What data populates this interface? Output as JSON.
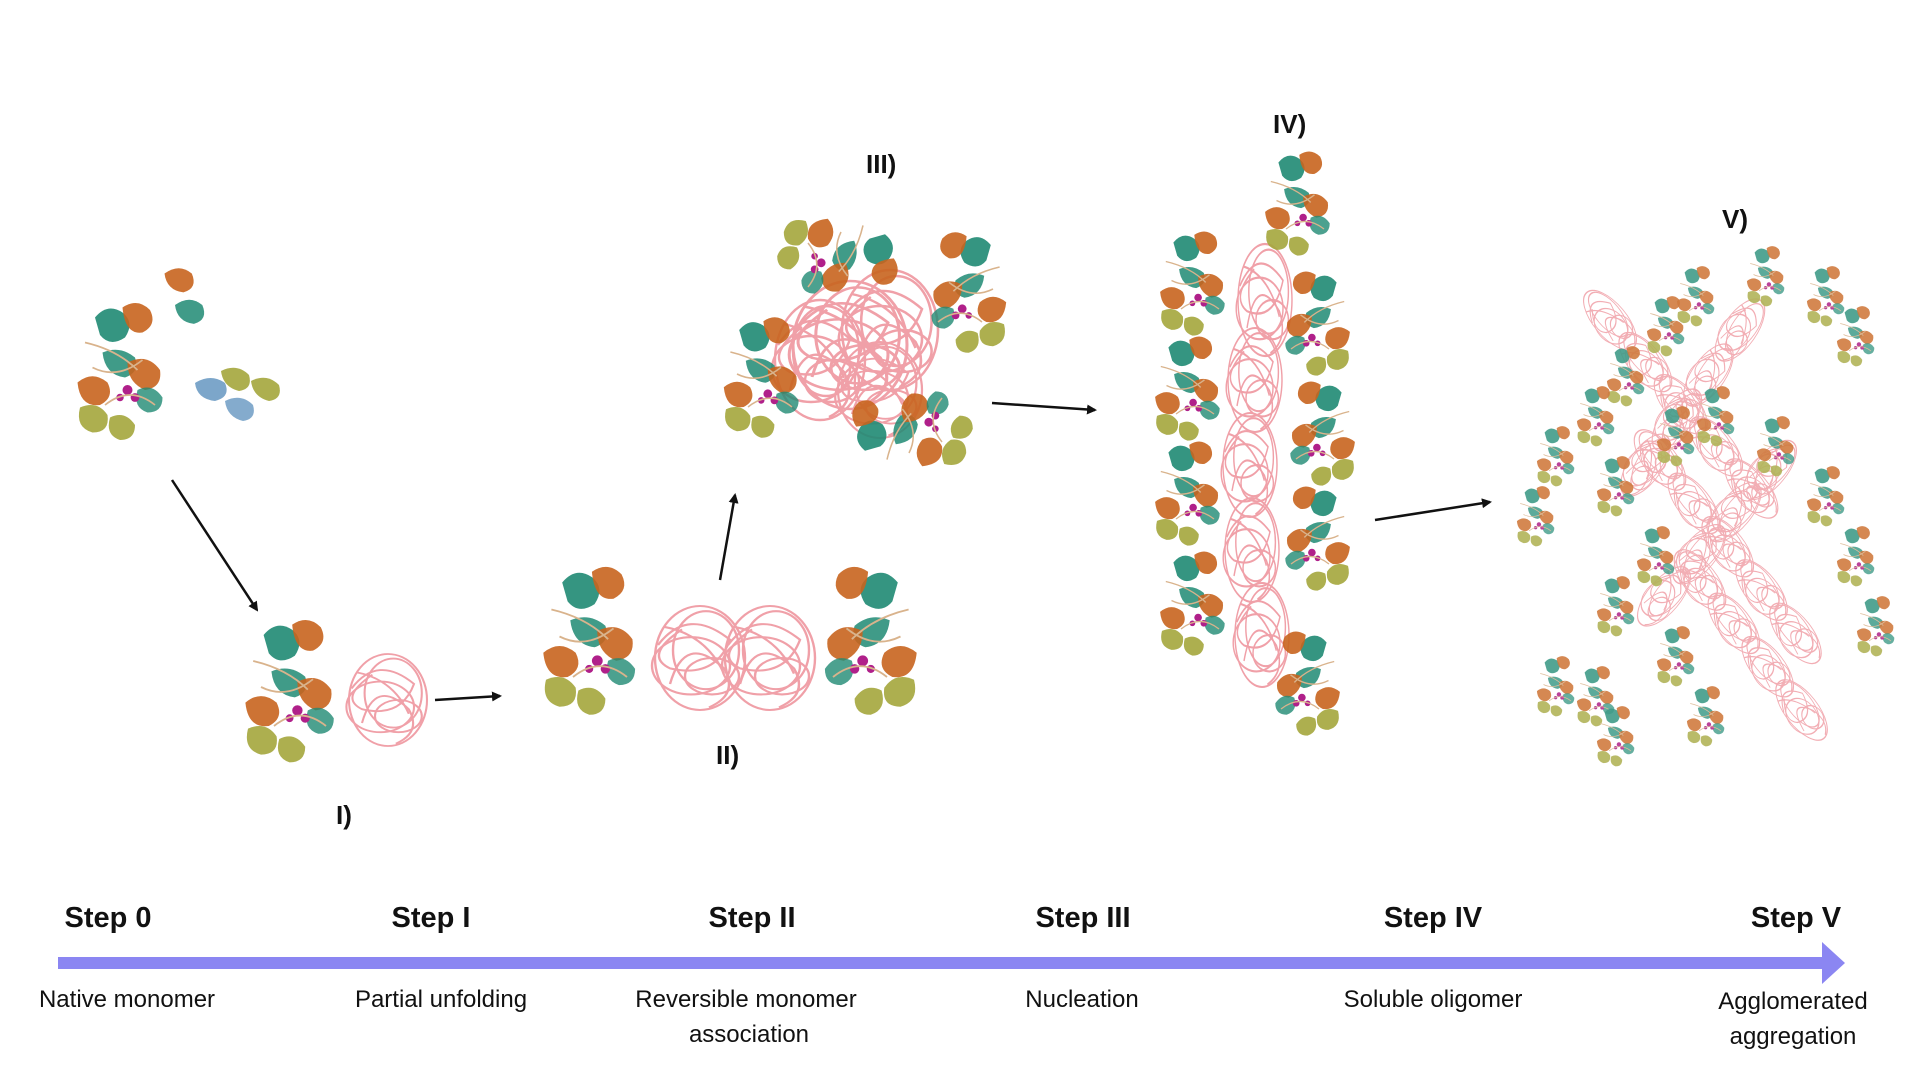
{
  "stage_labels": {
    "s1": "I)",
    "s2": "II)",
    "s3": "III)",
    "s4": "IV)",
    "s5": "V)"
  },
  "steps": [
    {
      "title": "Step 0",
      "desc": [
        "Native monomer"
      ]
    },
    {
      "title": "Step I",
      "desc": [
        "Partial unfolding"
      ]
    },
    {
      "title": "Step II",
      "desc": [
        "Reversible monomer",
        "association"
      ]
    },
    {
      "title": "Step III",
      "desc": [
        "Nucleation"
      ]
    },
    {
      "title": "Step IV",
      "desc": [
        "Soluble oligomer"
      ]
    },
    {
      "title": "Step V",
      "desc": [
        "Agglomerated",
        "aggregation"
      ]
    }
  ],
  "colors": {
    "timeline": "#8b86f2",
    "unfolded_coil": "#f0a0a8",
    "orange_domain": "#c8641e",
    "green_domain": "#1f8a73",
    "olive_domain": "#a4a63c",
    "blue_domain": "#6e9cc4",
    "magenta_dots": "#b0208a",
    "arrow": "#111111"
  },
  "icons": {
    "protein": "antibody-structure-icon",
    "coil": "unfolded-coil-icon"
  }
}
